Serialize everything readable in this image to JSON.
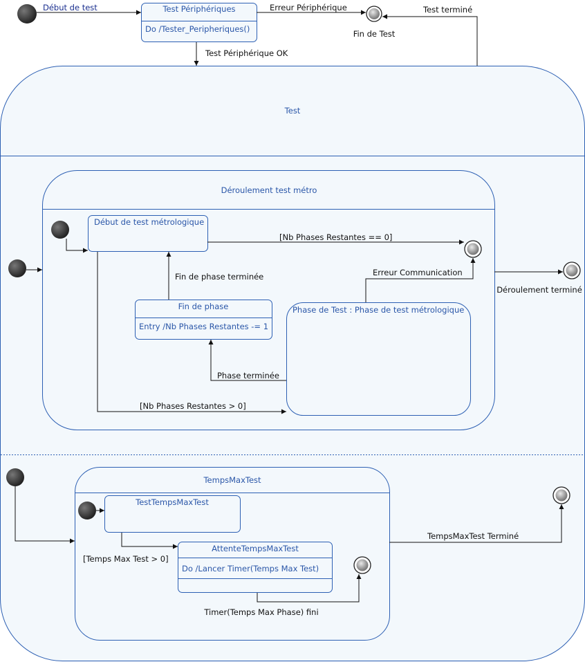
{
  "colors": {
    "state_stroke": "#2c5fb3",
    "state_fill": "#f3f8fc",
    "state_text": "#2a56a8",
    "label_text": "#111111",
    "initial_fill": "#2b2b2b",
    "final_fill": "#8a8a8a"
  },
  "states": {
    "test_peripheriques": {
      "name": "Test Périphériques",
      "action": "Do /Tester_Peripheriques()"
    },
    "fin_de_test": "Fin de Test",
    "test": "Test",
    "deroulement": "Déroulement test métro",
    "debut_metro": "Début de test métrologique",
    "fin_de_phase": {
      "name": "Fin de phase",
      "action": "Entry /Nb Phases Restantes -= 1"
    },
    "phase_de_test": "Phase de Test : Phase de test métrologique",
    "deroulement_termine": "Déroulement terminé",
    "tempsmaxtest": "TempsMaxTest",
    "testtempsmaxtest": "TestTempsMaxTest",
    "attente": {
      "name": "AttenteTempsMaxTest",
      "action": "Do /Lancer Timer(Temps Max Test)"
    }
  },
  "transitions": {
    "debut_de_test": "Début de test",
    "erreur_peripherique": "Erreur Périphérique",
    "test_termine": "Test terminé",
    "test_peripherique_ok": "Test Périphérique OK",
    "nb_phases_zero": "[Nb Phases Restantes == 0]",
    "fin_de_phase_terminee": "Fin de phase terminée",
    "erreur_communication": "Erreur Communication",
    "phase_terminee": "Phase terminée",
    "nb_phases_positive": "[Nb Phases Restantes > 0]",
    "tempsmaxtest_termine": "TempsMaxTest Terminé",
    "temps_max_test_positive": "[Temps Max Test > 0]",
    "timer_fini": "Timer(Temps Max Phase) fini"
  }
}
